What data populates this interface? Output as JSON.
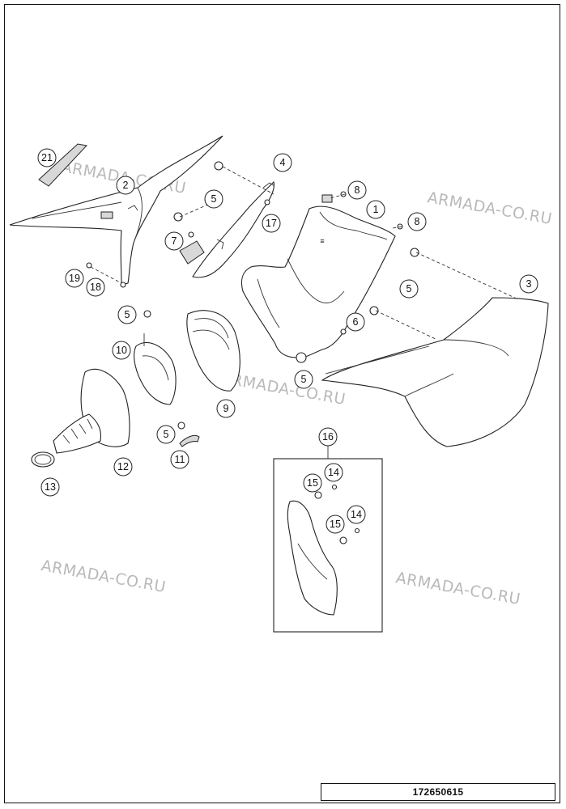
{
  "document_number": "172650615",
  "watermark": "ARMADA-CO.RU",
  "callouts": [
    "21",
    "2",
    "5",
    "4",
    "8",
    "1",
    "8",
    "17",
    "7",
    "5",
    "3",
    "19",
    "18",
    "5",
    "6",
    "10",
    "5",
    "9",
    "16",
    "5",
    "11",
    "12",
    "13",
    "14",
    "15",
    "15",
    "14"
  ]
}
